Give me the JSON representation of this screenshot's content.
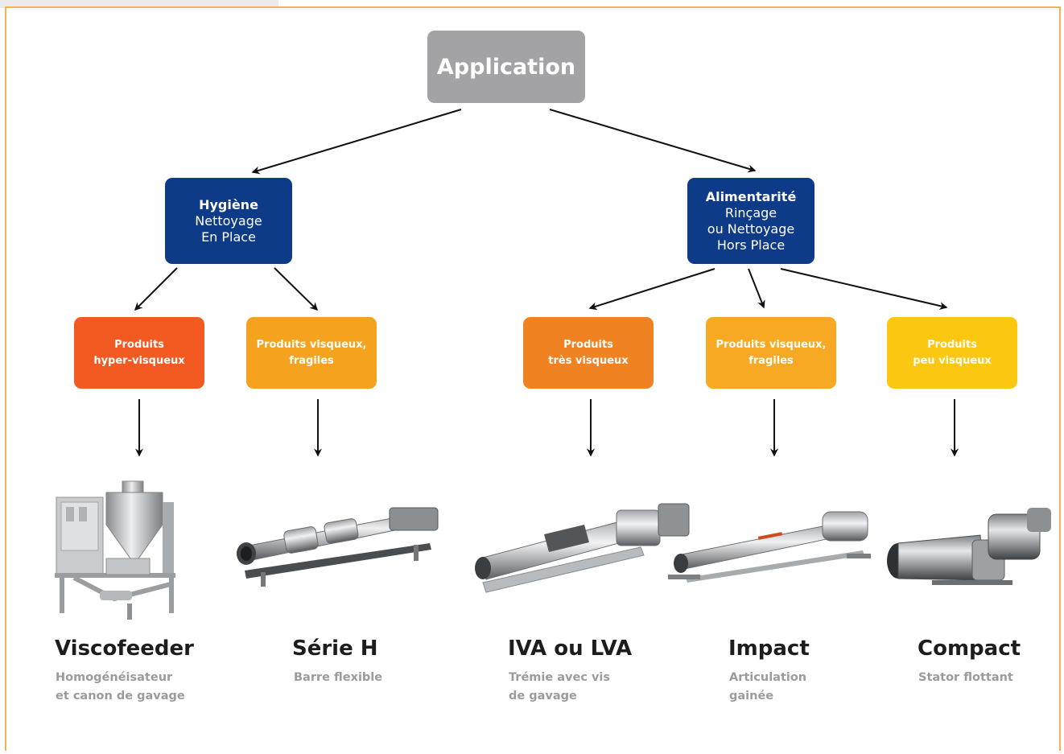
{
  "root": {
    "label": "Application"
  },
  "categories": [
    {
      "title": "Hygiène",
      "lines": [
        "Nettoyage",
        "En Place"
      ]
    },
    {
      "title": "Alimentarité",
      "lines": [
        "Rinçage",
        "ou Nettoyage",
        "Hors Place"
      ]
    }
  ],
  "products": [
    {
      "lines": [
        "Produits",
        "hyper-visqueux"
      ],
      "color": "#f25a22"
    },
    {
      "lines": [
        "Produits visqueux,",
        "fragiles"
      ],
      "color": "#f5a31e"
    },
    {
      "lines": [
        "Produits",
        "très visqueux"
      ],
      "color": "#f08222"
    },
    {
      "lines": [
        "Produits visqueux,",
        "fragiles"
      ],
      "color": "#f7a923"
    },
    {
      "lines": [
        "Produits",
        "peu visqueux"
      ],
      "color": "#fcc711"
    }
  ],
  "machines": [
    {
      "name": "Viscofeeder",
      "desc": [
        "Homogénéisateur",
        "et canon de gavage"
      ]
    },
    {
      "name": "Série H",
      "desc": [
        "Barre flexible"
      ]
    },
    {
      "name": "IVA ou LVA",
      "desc": [
        "Trémie avec vis",
        "de gavage"
      ]
    },
    {
      "name": "Impact",
      "desc": [
        "Articulation",
        "gainée"
      ]
    },
    {
      "name": "Compact",
      "desc": [
        "Stator flottant"
      ]
    }
  ],
  "colors": {
    "root": "#a3a3a5",
    "category": "#0e3b88",
    "frame": "#f2b25a"
  }
}
